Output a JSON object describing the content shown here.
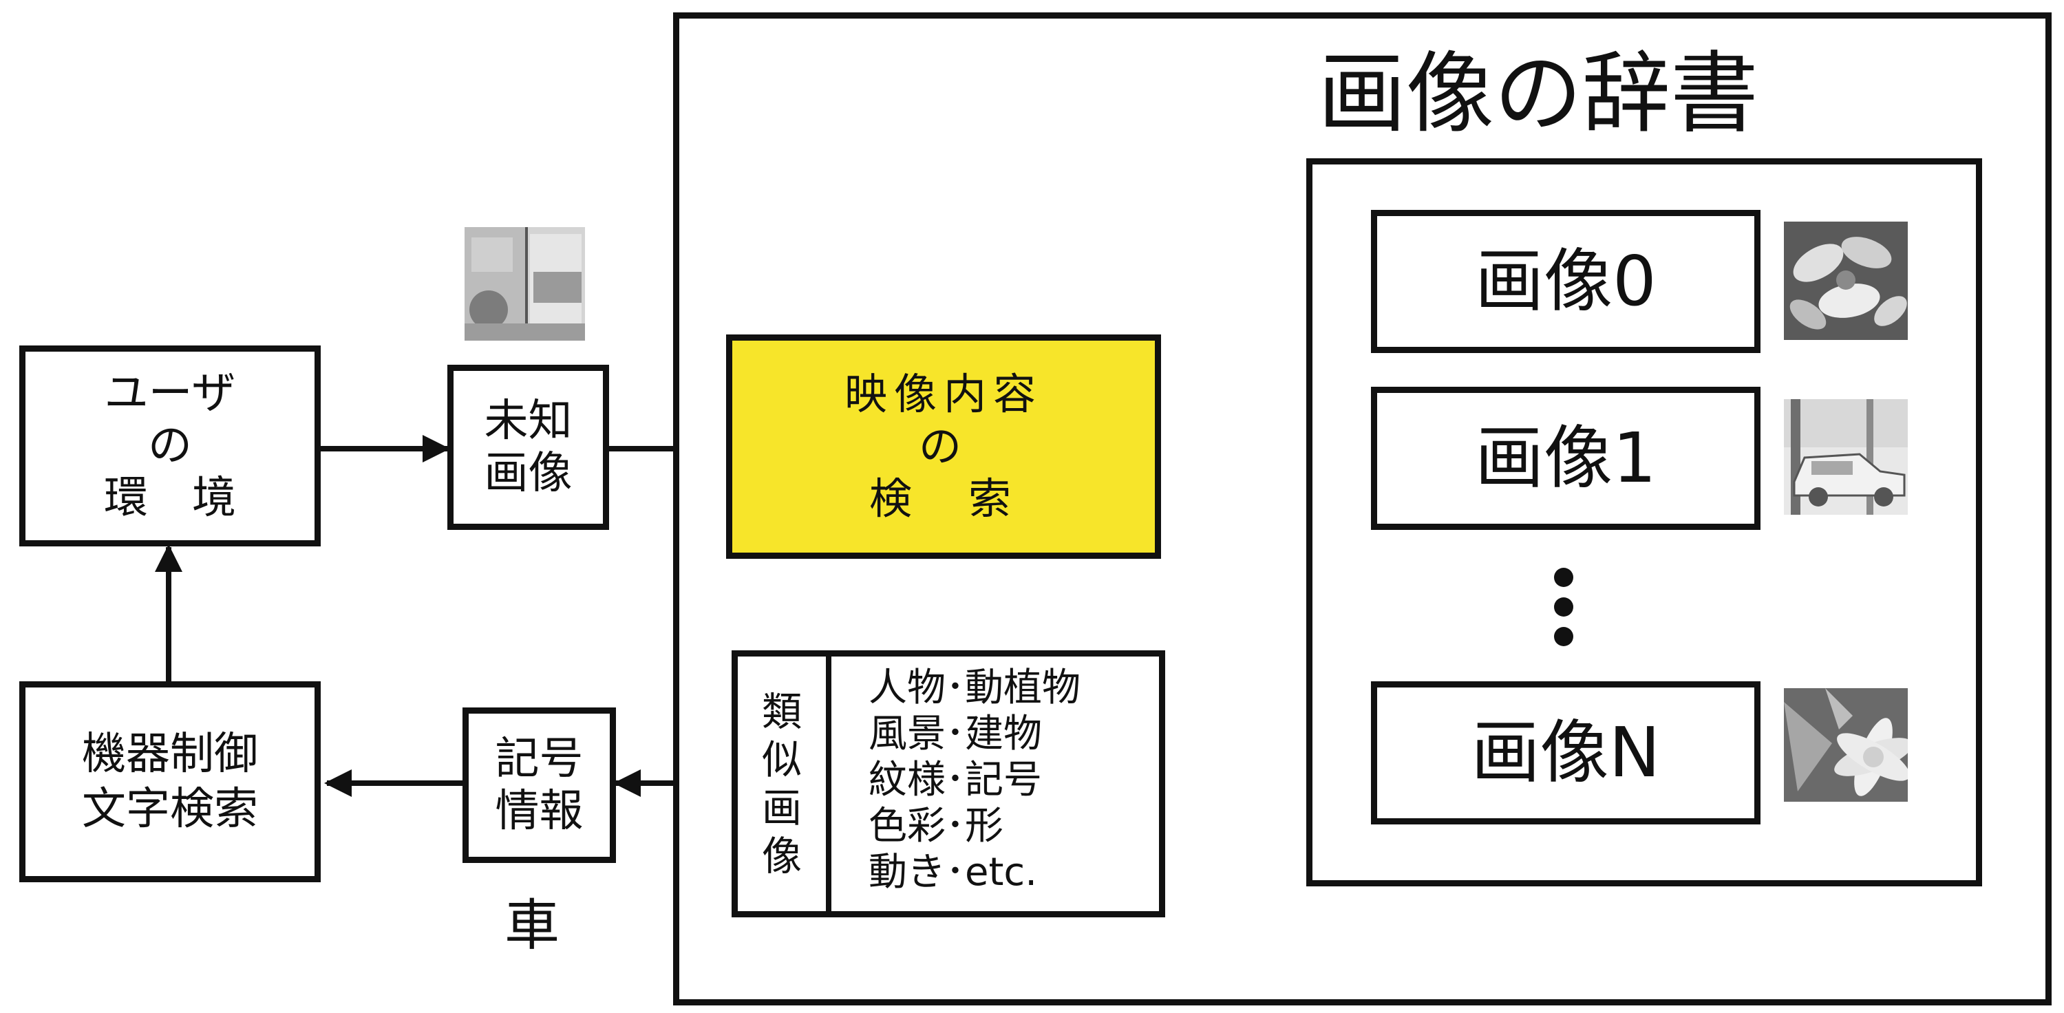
{
  "dictionary_title": "画像の辞書",
  "user_env": "ユーザ\nの\n環　境",
  "unknown_image": "未知\n画像",
  "video_search": "映像内容\nの\n検　索",
  "similar_image": "類\n似\n画\n像",
  "categories": "人物･動植物\n風景･建物\n紋様･記号\n色彩･形\n動き･etc.",
  "device_control": "機器制御\n文字検索",
  "symbol_info": "記号\n情報",
  "car_label": "車",
  "dict_entries": [
    "画像0",
    "画像1",
    "画像N"
  ],
  "icons": {
    "street_thumb": "street-scene-thumbnail",
    "flower_thumb": "flower-thumbnail",
    "car_thumb": "car-thumbnail",
    "leaf_thumb": "leaf-flower-thumbnail"
  },
  "colors": {
    "highlight": "#f7e52a",
    "line": "#111111"
  }
}
